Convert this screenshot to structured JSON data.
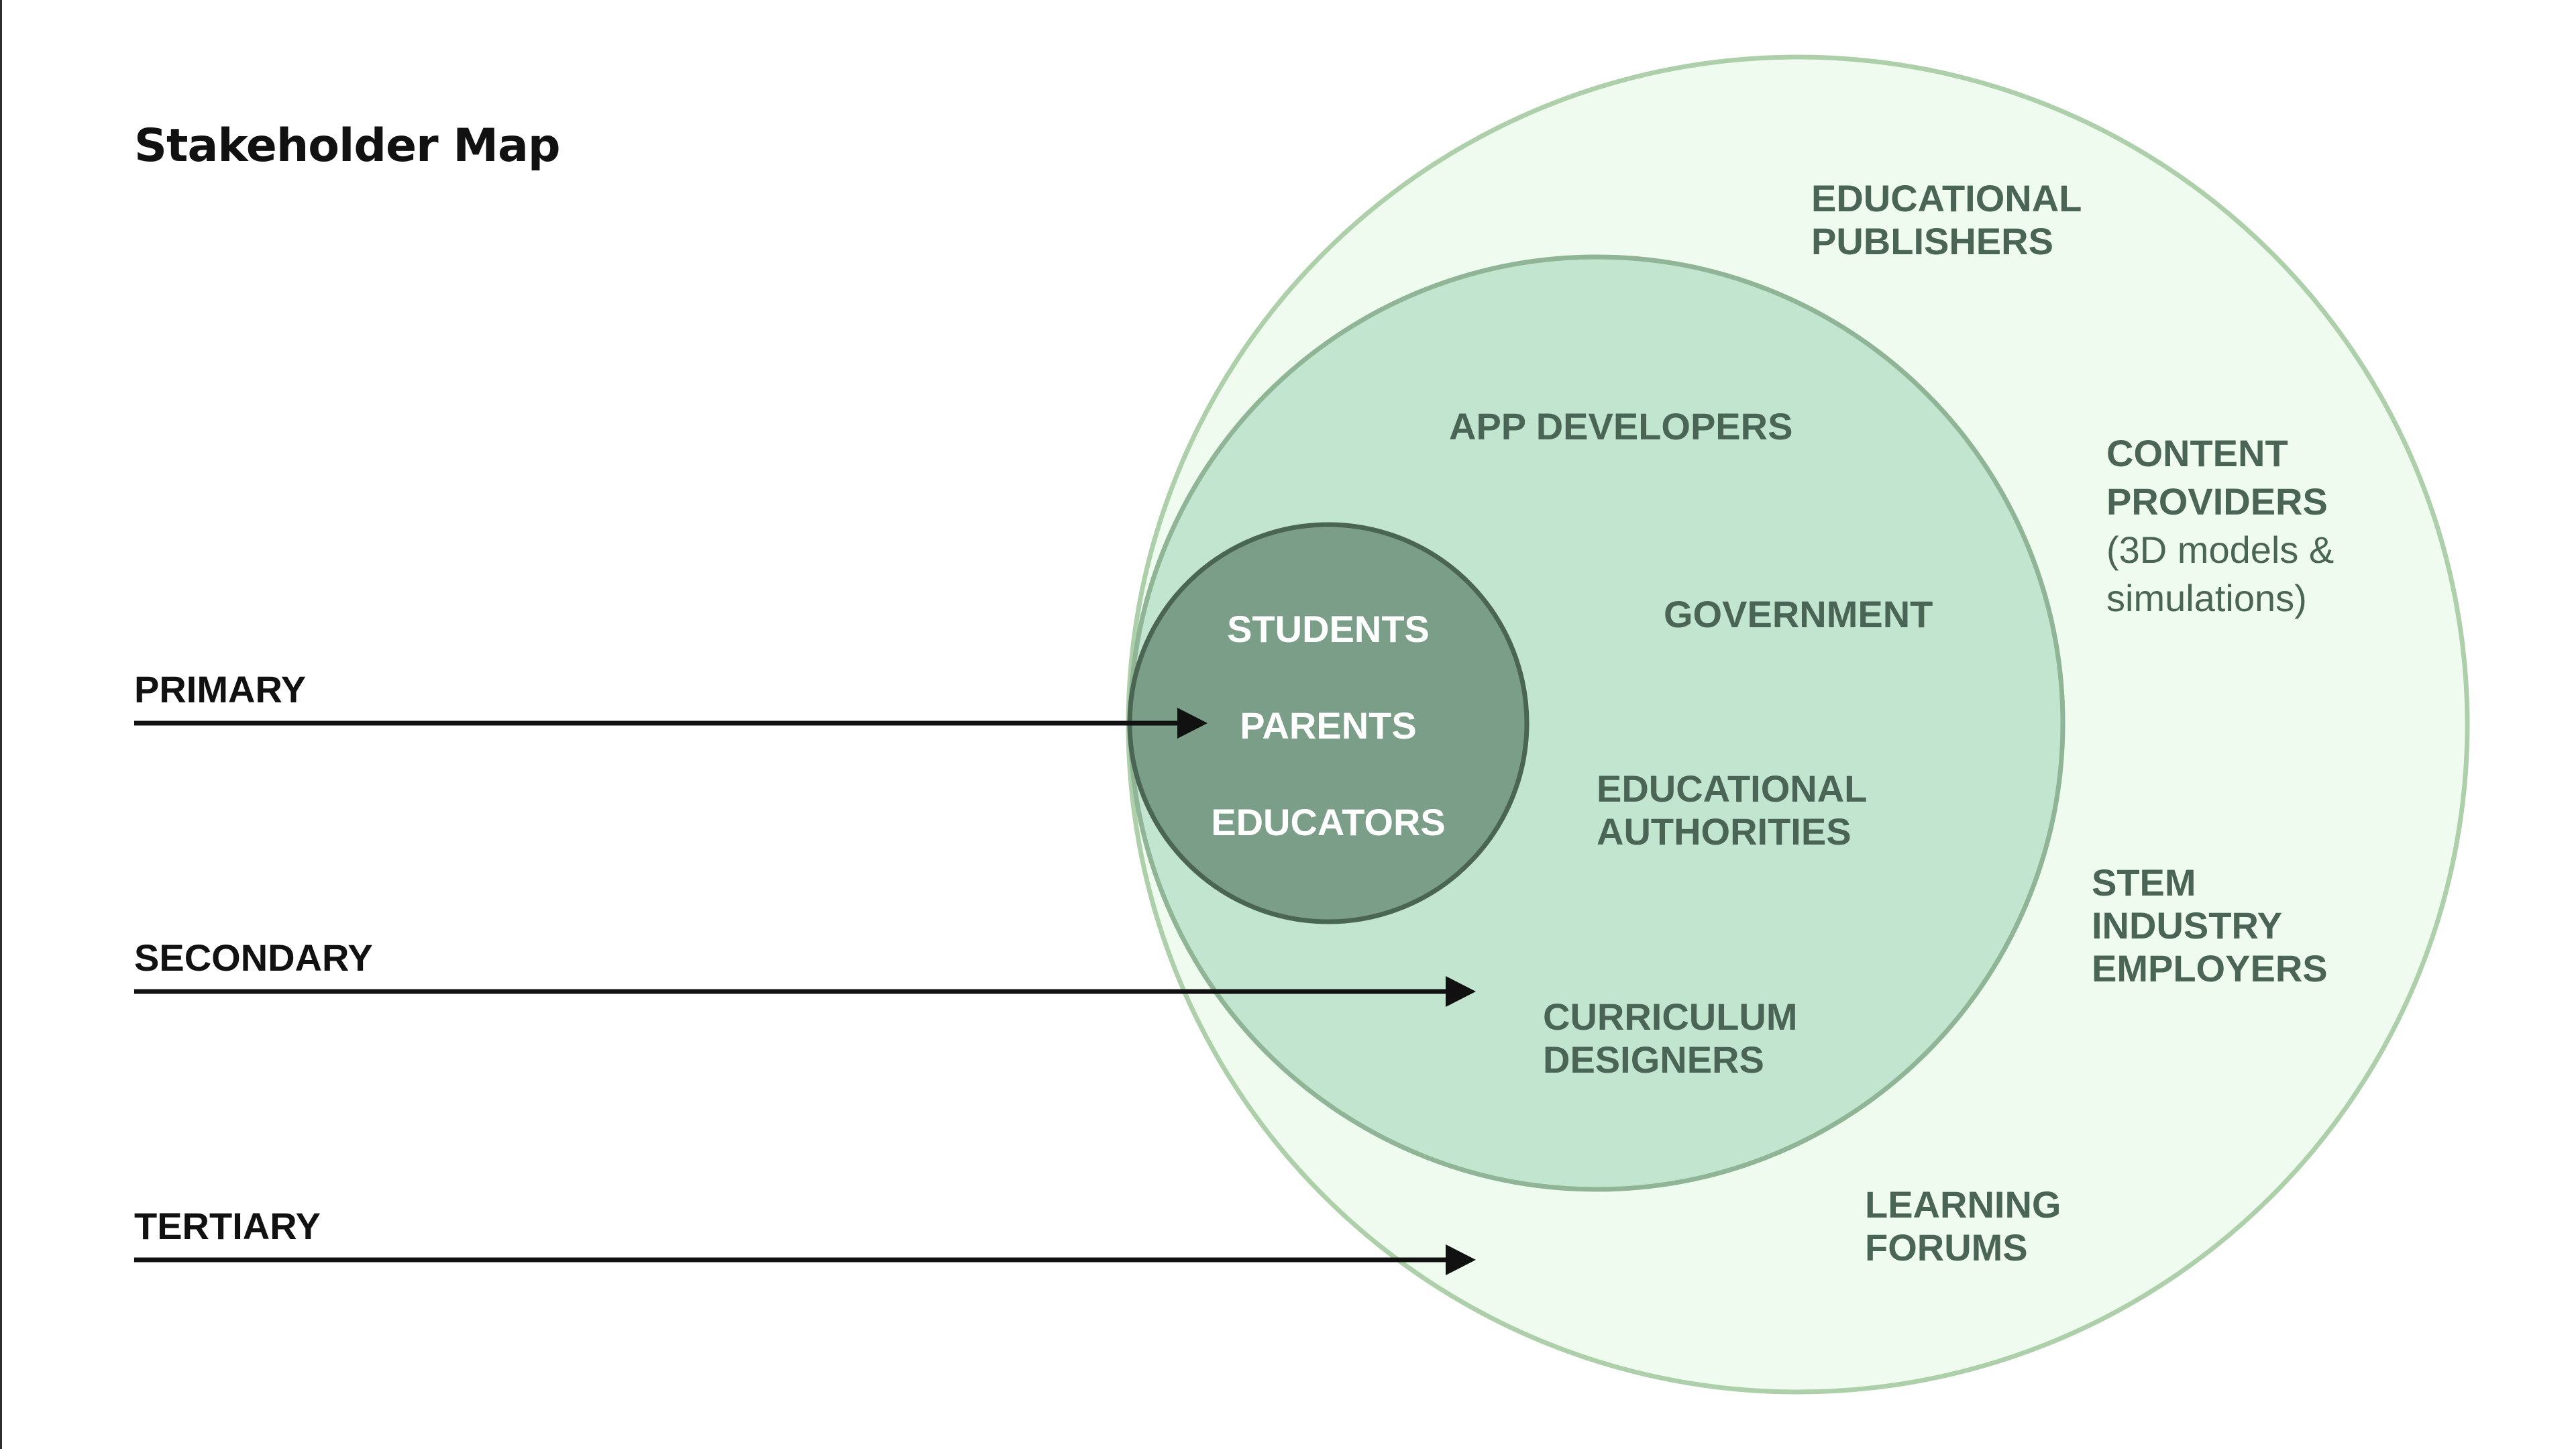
{
  "title": "Stakeholder Map",
  "levels": {
    "primary": "PRIMARY",
    "secondary": "SECONDARY",
    "tertiary": "TERTIARY"
  },
  "primary_stakeholders": {
    "students": "STUDENTS",
    "parents": "PARENTS",
    "educators": "EDUCATORS"
  },
  "secondary_stakeholders": {
    "app_developers": "APP DEVELOPERS",
    "government": "GOVERNMENT",
    "educational_authorities": [
      "EDUCATIONAL",
      "AUTHORITIES"
    ],
    "curriculum_designers": [
      "CURRICULUM",
      "DESIGNERS"
    ]
  },
  "tertiary_stakeholders": {
    "educational_publishers": [
      "EDUCATIONAL",
      "PUBLISHERS"
    ],
    "content_providers": [
      "CONTENT",
      "PROVIDERS"
    ],
    "content_providers_note": [
      "(3D models &",
      "simulations)"
    ],
    "stem_industry_employers": [
      "STEM",
      "INDUSTRY",
      "EMPLOYERS"
    ],
    "learning_forums": [
      "LEARNING",
      "FORUMS"
    ]
  },
  "colors": {
    "outer_fill": "#f0fbef",
    "outer_stroke": "#add0ab",
    "middle_fill": "#c2e5d0",
    "middle_stroke": "#8fb496",
    "inner_fill": "#7a9e87",
    "inner_stroke": "#4a6652",
    "arrow": "#111111",
    "label_text": "#4a6455"
  }
}
